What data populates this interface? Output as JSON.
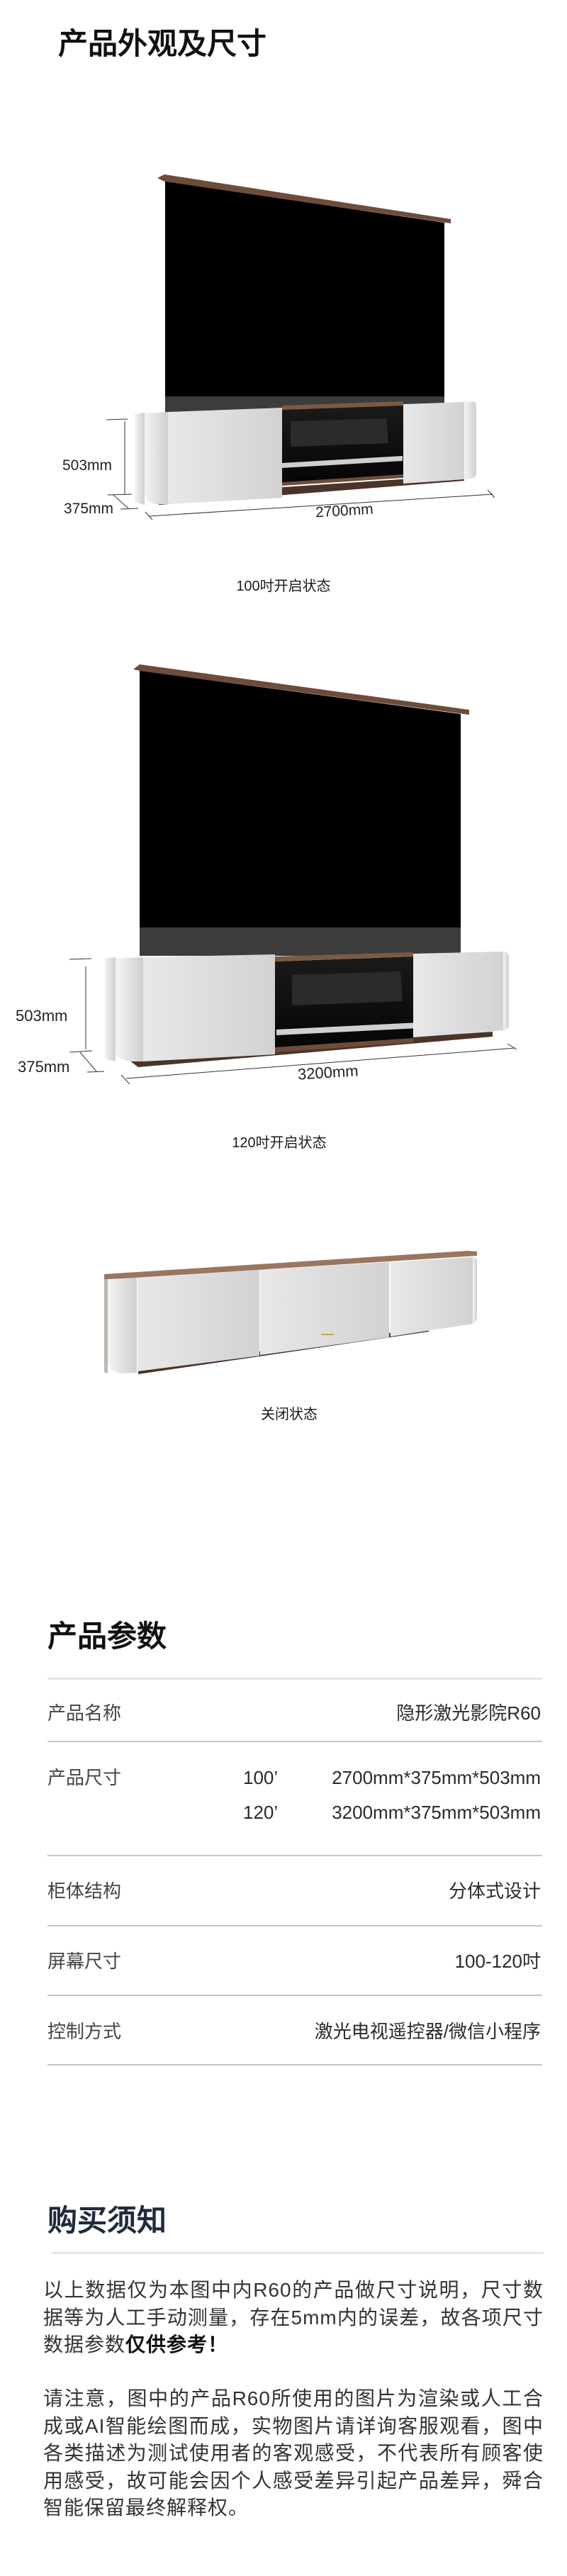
{
  "appearance": {
    "title": "产品外观及尺寸",
    "figures": [
      {
        "caption": "100吋开启状态",
        "height": "503mm",
        "depth": "375mm",
        "width": "2700mm"
      },
      {
        "caption": "120吋开启状态",
        "height": "503mm",
        "depth": "375mm",
        "width": "3200mm"
      },
      {
        "caption": "关闭状态"
      }
    ]
  },
  "params": {
    "title": "产品参数",
    "rows": [
      {
        "label": "产品名称",
        "value": "隐形激光影院R60"
      },
      {
        "label": "产品尺寸",
        "sizes": [
          {
            "inch": "100’",
            "dims": "2700mm*375mm*503mm"
          },
          {
            "inch": "120’",
            "dims": "3200mm*375mm*503mm"
          }
        ]
      },
      {
        "label": "柜体结构",
        "value": "分体式设计"
      },
      {
        "label": "屏幕尺寸",
        "value": "100-120吋"
      },
      {
        "label": "控制方式",
        "value": "激光电视遥控器/微信小程序"
      }
    ]
  },
  "notice": {
    "title": "购买须知",
    "para1": "以上数据仅为本图中内R60的产品做尺寸说明，尺寸数据等为人工手动测量，存在5mm内的误差，故各项尺寸数据参数",
    "para1_bold": "仅供参考！",
    "para2": "请注意，图中的产品R60所使用的图片为渲染或人工合成或AI智能绘图而成，实物图片请详询客服观看，图中各类描述为测试使用者的客观感受，不代表所有顾客使用感受，故可能会因个人感受差异引起产品差异，舜合智能保留最终解释权。"
  },
  "colors": {
    "wood": "#6e4c3a",
    "door": "#dcdcdc",
    "screen": "#000000",
    "notice_title": "#1f2a3c"
  }
}
